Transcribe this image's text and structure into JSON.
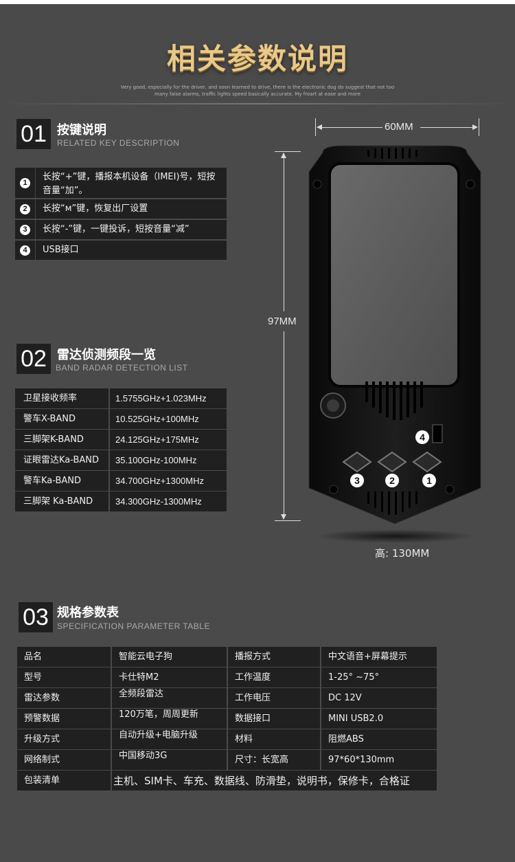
{
  "header": {
    "title": "相关参数说明",
    "subtitle": "Very good, especially for the driver, and soon learned to drive, there is the electronic dog do suggest that not too many false alarms, traffic lights speed basically accurate. My froart at ease and more"
  },
  "section1": {
    "num": "01",
    "title": "按键说明",
    "subtitle": "RELATED KEY DESCRIPTION",
    "rows": [
      {
        "n": "1",
        "text": "长按“+”键，播报本机设备（IMEI)号，短按音量“加”。"
      },
      {
        "n": "2",
        "text": "长按“ᴍ”键，恢复出厂设置"
      },
      {
        "n": "3",
        "text": "长按“-”键，一键投诉，短按音量“减”"
      },
      {
        "n": "4",
        "text": "USB接口"
      }
    ]
  },
  "section2": {
    "num": "02",
    "title": "雷达侦测频段一览",
    "subtitle": "BAND RADAR DETECTION LIST",
    "rows": [
      {
        "name": "卫星接收频率",
        "value": "1.5755GHz+1.023MHz"
      },
      {
        "name": "警车X-BAND",
        "value": "10.525GHz+100MHz"
      },
      {
        "name": "三脚架K-BAND",
        "value": "24.125GHz+175MHz"
      },
      {
        "name": "证眼雷达Ka-BAND",
        "value": "35.100GHz-100MHz"
      },
      {
        "name": "警车Ka-BAND",
        "value": "34.700GHz+1300MHz"
      },
      {
        "name": "三脚架 Ka-BAND",
        "value": "34.300GHz-1300MHz"
      }
    ]
  },
  "section3": {
    "num": "03",
    "title": "规格参数表",
    "subtitle": "SPECIFICATION PARAMETER TABLE",
    "rows": [
      [
        "品名",
        "智能云电子狗",
        "播报方式",
        "中文语音+屏幕提示"
      ],
      [
        "型号",
        "卡仕特M2",
        "工作温度",
        "1-25° ~75°"
      ],
      [
        "雷达参数",
        "全频段雷达",
        "工作电压",
        "DC 12V"
      ],
      [
        "预警数据",
        "120万笔，周周更新",
        "数据接口",
        "MINI USB2.0"
      ],
      [
        "升级方式",
        "自动升级+电脑升级",
        "材料",
        "阻燃ABS"
      ],
      [
        "网络制式",
        "中国移动3G",
        "尺寸：长宽高",
        "97*60*130mm"
      ]
    ],
    "pack_label": "包装清单",
    "pack_value": "主机、SIM卡、车充、数据线、防滑垫，说明书，保修卡，合格证"
  },
  "dimensions": {
    "width": "60MM",
    "length": "97MM",
    "height": "高: 130MM"
  },
  "device_labels": [
    "4",
    "3",
    "2",
    "1"
  ]
}
